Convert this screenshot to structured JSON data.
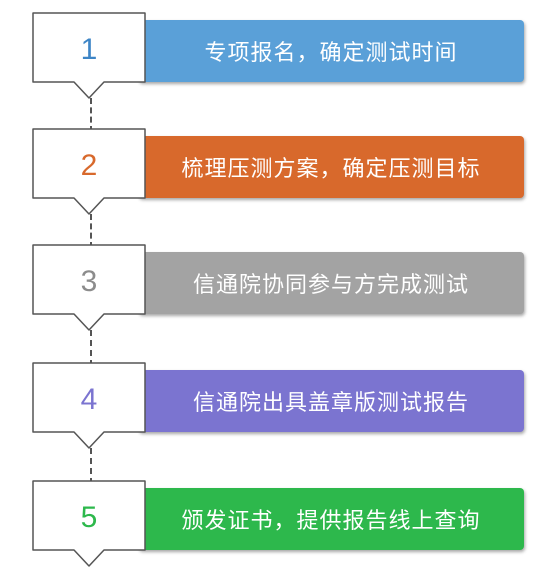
{
  "steps": [
    {
      "number": "1",
      "label": "专项报名，确定测试时间",
      "bar_color": "#5aa0d8",
      "number_color": "#3d85c6"
    },
    {
      "number": "2",
      "label": "梳理压测方案，确定压测目标",
      "bar_color": "#d8692c",
      "number_color": "#d8692c"
    },
    {
      "number": "3",
      "label": "信通院协同参与方完成测试",
      "bar_color": "#a3a3a3",
      "number_color": "#8c8c8c"
    },
    {
      "number": "4",
      "label": "信通院出具盖章版测试报告",
      "bar_color": "#7b74d0",
      "number_color": "#7b74d0"
    },
    {
      "number": "5",
      "label": "颁发证书，提供报告线上查询",
      "bar_color": "#2db84c",
      "number_color": "#2db84c"
    }
  ]
}
